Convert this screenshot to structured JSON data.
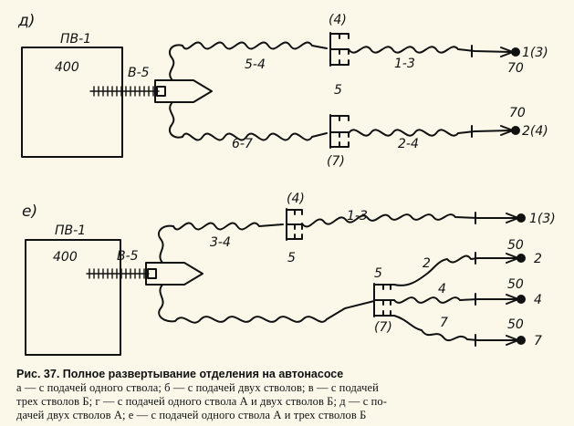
{
  "diagram_d": {
    "panel_label": "д)",
    "pump_name": "ПВ-1",
    "pump_value": "400",
    "branch_label": "В-5",
    "upper": {
      "hose_left": "5-4",
      "branch_number": "(4)",
      "hose_right": "1-3",
      "nozzle_flow": "70",
      "nozzle_label": "1(3)"
    },
    "center_number": "5",
    "lower": {
      "hose_left": "6-7",
      "branch_number": "(7)",
      "hose_right": "2-4",
      "nozzle_flow": "70",
      "nozzle_label": "2(4)"
    }
  },
  "diagram_e": {
    "panel_label": "е)",
    "pump_name": "ПВ-1",
    "pump_value": "400",
    "branch_label": "В-5",
    "upper": {
      "hose_left": "3-4",
      "branch_number_top": "(4)",
      "branch_number_bottom": "5",
      "hose_right": "1-3",
      "nozzle_label": "1(3)"
    },
    "splitter_top_number": "5",
    "splitter_bottom_number": "(7)",
    "lines": [
      {
        "hose": "2",
        "flow": "50",
        "label": "2"
      },
      {
        "hose": "4",
        "flow": "50",
        "label": "4"
      },
      {
        "hose": "7",
        "flow": "50",
        "label": "7"
      }
    ]
  },
  "caption": {
    "title": "Рис. 37. Полное развертывание отделения на автонасосе",
    "lines": [
      "а — с подачей одного ствола; б — с подачей двух стволов; в — с подачей",
      "трех стволов Б; г — с подачей одного ствола А и двух стволов Б; д — с по-",
      "дачей двух стволов А; е — с подачей одного ствола А и трех стволов Б"
    ]
  }
}
